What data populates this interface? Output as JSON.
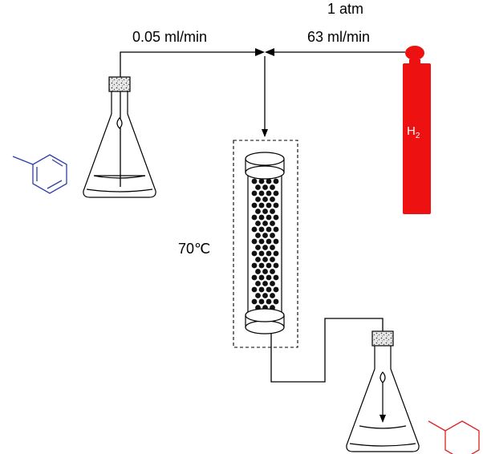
{
  "labels": {
    "liquid_flow": "0.05 ml/min",
    "gas_pressure": "1 atm",
    "gas_flow": "63 ml/min",
    "gas_symbol": "H",
    "gas_subscript": "2",
    "temperature": "70℃"
  },
  "colors": {
    "line": "#000000",
    "cylinder": "#ee1111",
    "reactant_structure": "#2e3ea8",
    "product_structure": "#e02020",
    "gas_text": "#ffffff"
  },
  "icons": {
    "reactant": "toluene-structure-icon",
    "product": "methylcyclohexane-structure-icon",
    "feed_flask": "erlenmeyer-flask-icon",
    "collection_flask": "erlenmeyer-flask-icon",
    "gas_source": "gas-cylinder-icon",
    "reactor": "packed-bed-reactor-icon",
    "mixer": "t-mixer-icon"
  }
}
